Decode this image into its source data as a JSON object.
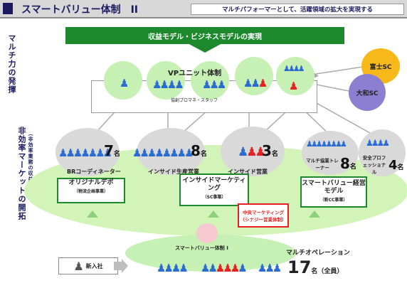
{
  "header": {
    "title": "スマートバリュー体制　II",
    "subtitle": "マルチパフォーマーとして、活躍領域の拡大を実現する"
  },
  "left_labels": {
    "top": "マルチ力の発揮",
    "main": "非効率マーケットの開拓",
    "sub": "（非効率業務の収益化）"
  },
  "banner": "収益モデル・ビジネスモデルの実現",
  "vp": {
    "title": "VPユニット体制",
    "staff_label": "協創プロマネ・スタッフ"
  },
  "side_circles": {
    "fuji": "富士SC",
    "yamato": "大和SC"
  },
  "groups": [
    {
      "label": "BRコーディネーター",
      "count": "7",
      "unit": "名"
    },
    {
      "label": "インサイド生産営業",
      "count": "8",
      "unit": "名"
    },
    {
      "label": "インサイド営業",
      "count": "3",
      "unit": "名"
    },
    {
      "label": "マルチ協業トレーナー",
      "count": "8",
      "unit": "名"
    },
    {
      "label": "安全プロフェッショナル",
      "count": "4",
      "unit": "名"
    }
  ],
  "boxes": {
    "original": {
      "title": "オリジナルデポ",
      "sub": "（物流企画事業）"
    },
    "inside_marketing": {
      "title": "インサイドマーケティング",
      "sub": "（SC事業）"
    },
    "smart_value": {
      "title": "スマートバリュー経営モデル",
      "sub": "（新CC事業）"
    }
  },
  "chuo": "中央マーケティング（シナジー営業体制）",
  "bottom": {
    "system_label": "スマートバリュー体制 I",
    "new_hire": "新入社",
    "multi_op": "マルチオペレーション",
    "count": "17",
    "unit": "名（全員）"
  },
  "colors": {
    "navy": "#1a1a5e",
    "green": "#1c8a2c",
    "light_green": "#d3f4b8",
    "blue_person": "#2a6cd1",
    "red_person": "#e62020",
    "orange": "#f7b81a",
    "purple": "#8c7fd2"
  }
}
